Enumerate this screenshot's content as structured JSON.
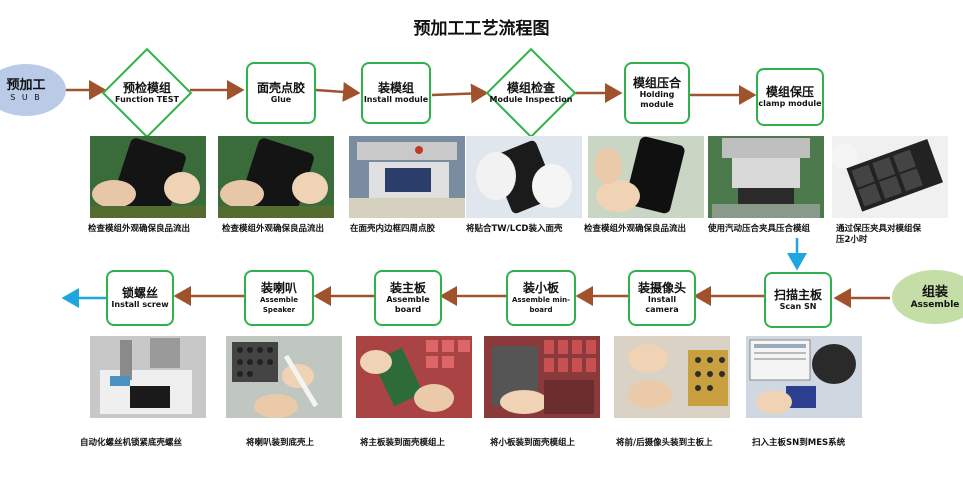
{
  "title": "预加工工艺流程图",
  "start": {
    "cn": "预加工",
    "en": "S U B"
  },
  "assembly": {
    "cn": "组装",
    "en": "Assemble"
  },
  "row1": [
    {
      "cn": "预检模组",
      "en": "Function TEST",
      "caption": "检查模组外观确保良品流出",
      "icon": "hands-holding-phone-photo"
    },
    {
      "cn": "面壳点胶",
      "en": "Glue",
      "caption": "检查模组外观确保良品流出",
      "icon": "hands-holding-phone-photo"
    },
    {
      "cn": "装模组",
      "en": "Install module",
      "caption": "在面壳内边框四周点胶",
      "icon": "glue-dispensing-machine-photo"
    },
    {
      "cn": "模组检查",
      "en": "Module Inspection",
      "caption": "将贴合TW/LCD装入面壳",
      "icon": "gloved-hands-phone-photo"
    },
    {
      "cn": "模组压合",
      "en": "Holding module",
      "caption": "检查模组外观确保良品流出",
      "icon": "phone-inspection-photo"
    },
    {
      "cn": "模组保压",
      "en": "clamp  module",
      "caption": "使用汽动压合夹具压合模组",
      "icon": "pressing-fixture-photo"
    },
    {
      "caption": "通过保压夹具对模组保压2小时",
      "icon": "clamp-fixtures-photo"
    }
  ],
  "row2": [
    {
      "cn": "扫描主板",
      "en": "Scan SN",
      "caption": "扫入主板SN到MES系统",
      "icon": "scanning-board-photo"
    },
    {
      "cn": "装摄像头",
      "en": "Install  camera",
      "caption": "将前/后摄像头装到主板上",
      "icon": "camera-install-photo"
    },
    {
      "cn": "装小板",
      "en": "Assemble min-board",
      "caption": "将小板装到面壳模组上",
      "icon": "mini-board-install-photo"
    },
    {
      "cn": "装主板",
      "en": "Assemble board",
      "caption": "将主板装到面壳模组上",
      "icon": "mainboard-install-photo"
    },
    {
      "cn": "装喇叭",
      "en": "Assemble Speaker",
      "caption": "将喇叭装到底壳上",
      "icon": "speaker-install-photo"
    },
    {
      "cn": "锁螺丝",
      "en": "Install screw",
      "caption": "自动化螺丝机锁紧底壳螺丝",
      "icon": "screw-machine-photo"
    }
  ]
}
